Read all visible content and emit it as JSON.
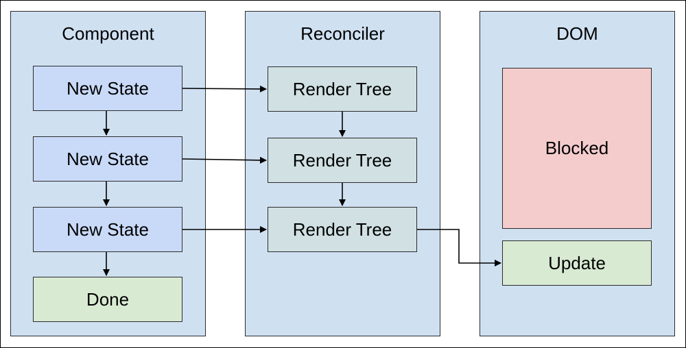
{
  "panels": {
    "component": {
      "title": "Component",
      "states": [
        "New State",
        "New State",
        "New State"
      ],
      "done": "Done"
    },
    "reconciler": {
      "title": "Reconciler",
      "renders": [
        "Render Tree",
        "Render Tree",
        "Render Tree"
      ]
    },
    "dom": {
      "title": "DOM",
      "blocked": "Blocked",
      "update": "Update"
    }
  },
  "colors": {
    "panel": "#cfe0f1",
    "state": "#c9daf8",
    "done": "#d9ead3",
    "render": "#d0e0e3",
    "blocked": "#f4cccc",
    "update": "#d9ead3"
  }
}
